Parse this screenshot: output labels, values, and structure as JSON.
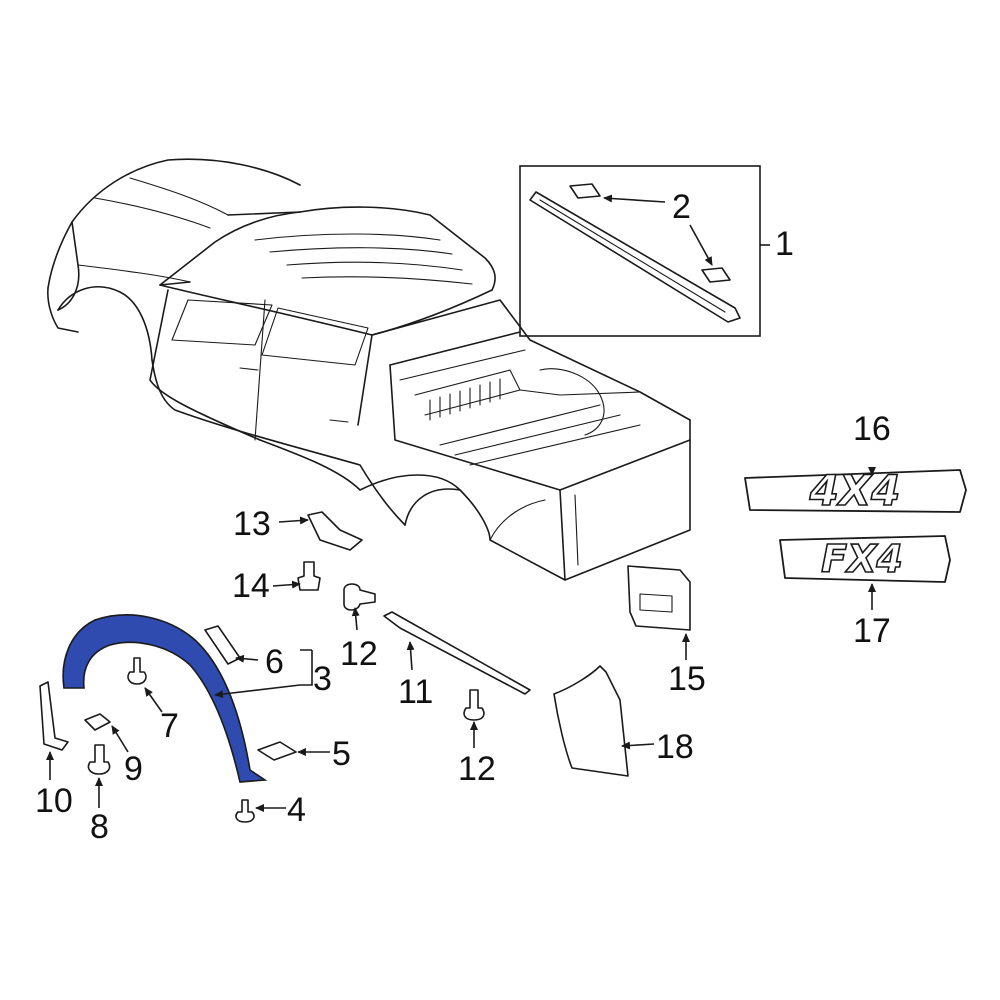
{
  "colors": {
    "highlight": "#2f4bb0",
    "line": "#1a1a1a",
    "background": "#ffffff"
  },
  "highlighted_part": "3",
  "badges": {
    "badge_4x4": "4X4",
    "badge_fx4": "FX4"
  },
  "callouts": {
    "c1": "1",
    "c2": "2",
    "c3": "3",
    "c4": "4",
    "c5": "5",
    "c6": "6",
    "c7": "7",
    "c8": "8",
    "c9": "9",
    "c10": "10",
    "c11": "11",
    "c12a": "12",
    "c12b": "12",
    "c13": "13",
    "c14": "14",
    "c15": "15",
    "c16": "16",
    "c17": "17",
    "c18": "18"
  }
}
